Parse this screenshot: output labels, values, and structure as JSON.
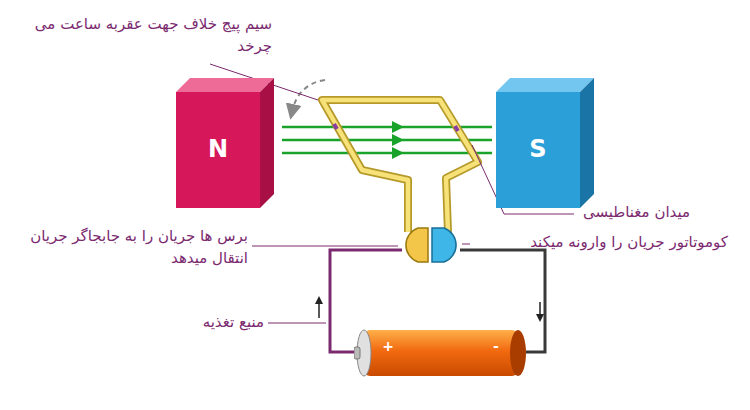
{
  "diagram": {
    "nodes": [
      {
        "text": [
          "N"
        ]
      },
      {
        "text": [
          "S"
        ]
      },
      {
        "text": [
          "+",
          "-"
        ]
      }
    ],
    "labels": [
      "سیم پیچ خلاف جهت عقربه ساعت می چرخد",
      "میدان مغناطیسی",
      "برس ها جریان را به جابجاگر جریان انتقال میدهد",
      "کوموتاتور جریان را وارونه میکند",
      "منبع تغذیه"
    ]
  }
}
